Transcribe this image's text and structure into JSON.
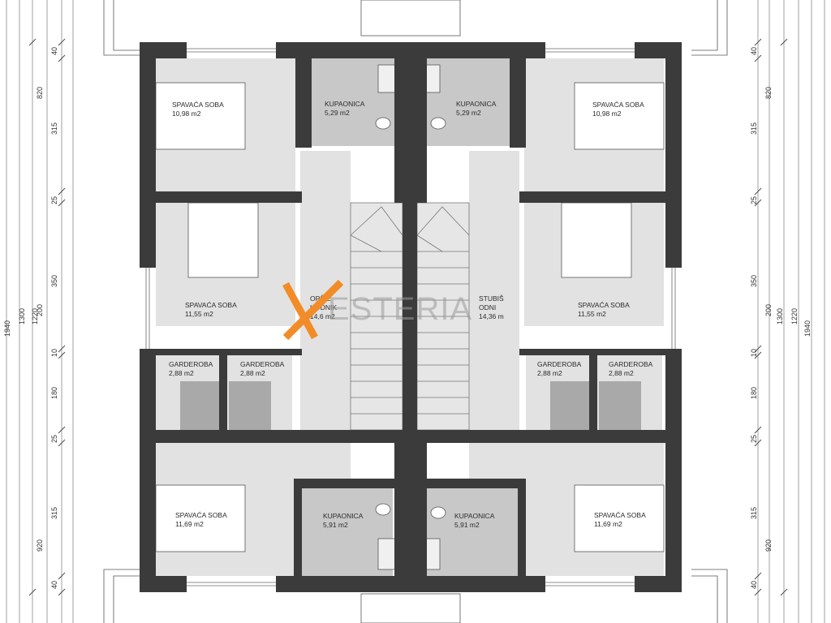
{
  "watermark": {
    "text": "ESTERIA",
    "accent": "#f28c28",
    "icon": "x-logo-icon"
  },
  "colors": {
    "wall": "#3b3b3b",
    "room_light": "#e2e2e2",
    "room_mid": "#c8c8c8",
    "wardrobe_block": "#a9a9a9"
  },
  "rooms": {
    "bedroom_tl": {
      "name": "SPAVAĆA SOBA",
      "area": "10,98 m2"
    },
    "bath_tl": {
      "name": "KUPAONICA",
      "area": "5,29 m2"
    },
    "bath_tr": {
      "name": "KUPAONICA",
      "area": "5,29 m2"
    },
    "bedroom_tr": {
      "name": "SPAVAĆA SOBA",
      "area": "10,98 m2"
    },
    "bedroom_ml": {
      "name": "SPAVAĆA SOBA",
      "area": "11,55 m2"
    },
    "hall_l": {
      "name": "OPŠIE",
      "name2": "HODNIK",
      "area": "14,6 m2"
    },
    "hall_r": {
      "name": "STUBIŠ",
      "name2": "ODNI",
      "area": "14,36 m"
    },
    "bedroom_mr": {
      "name": "SPAVAĆA SOBA",
      "area": "11,55 m2"
    },
    "closet_1": {
      "name": "GARDEROBA",
      "area": "2,88 m2"
    },
    "closet_2": {
      "name": "GARDEROBA",
      "area": "2,88 m2"
    },
    "closet_3": {
      "name": "GARDEROBA",
      "area": "2,88 m2"
    },
    "closet_4": {
      "name": "GARDEROBA",
      "area": "2,88 m2"
    },
    "bedroom_bl": {
      "name": "SPAVAĆA SOBA",
      "area": "11,69 m2"
    },
    "bath_bl": {
      "name": "KUPAONICA",
      "area": "5,91 m2"
    },
    "bath_br": {
      "name": "KUPAONICA",
      "area": "5,91 m2"
    },
    "bedroom_br": {
      "name": "SPAVAĆA SOBA",
      "area": "11,69 m2"
    }
  },
  "dimensions": {
    "overall": [
      "1940",
      "1300",
      "1220"
    ],
    "segments": [
      "40",
      "820",
      "315",
      "25",
      "350",
      "200",
      "10",
      "180",
      "25",
      "315",
      "920",
      "40"
    ]
  }
}
